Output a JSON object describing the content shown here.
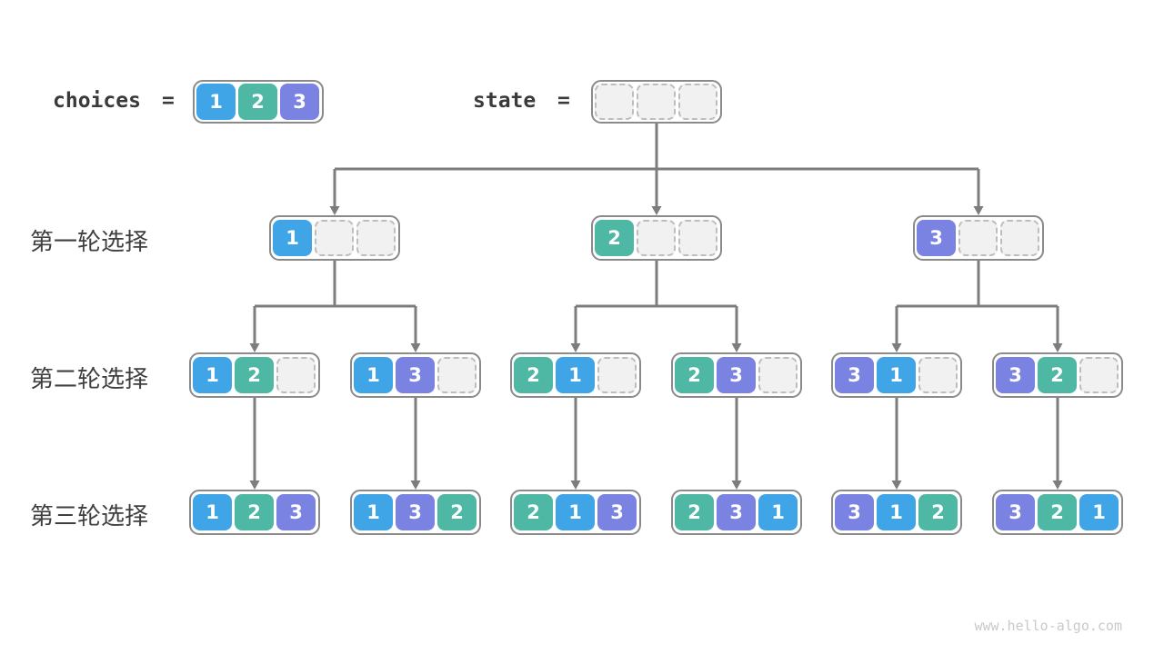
{
  "palette": {
    "1": "#3FA5E6",
    "2": "#4EB8A5",
    "3": "#7A82E2"
  },
  "connector_color": "#7d7d7d",
  "header": {
    "choices_label": "choices",
    "equals": "=",
    "state_label": "state",
    "choices_cells": [
      "1",
      "2",
      "3"
    ],
    "state_cells": [
      null,
      null,
      null
    ]
  },
  "rows": [
    {
      "label": "第一轮选择",
      "boxes": [
        [
          "1",
          null,
          null
        ],
        [
          "2",
          null,
          null
        ],
        [
          "3",
          null,
          null
        ]
      ]
    },
    {
      "label": "第二轮选择",
      "boxes": [
        [
          "1",
          "2",
          null
        ],
        [
          "1",
          "3",
          null
        ],
        [
          "2",
          "1",
          null
        ],
        [
          "2",
          "3",
          null
        ],
        [
          "3",
          "1",
          null
        ],
        [
          "3",
          "2",
          null
        ]
      ]
    },
    {
      "label": "第三轮选择",
      "boxes": [
        [
          "1",
          "2",
          "3"
        ],
        [
          "1",
          "3",
          "2"
        ],
        [
          "2",
          "1",
          "3"
        ],
        [
          "2",
          "3",
          "1"
        ],
        [
          "3",
          "1",
          "2"
        ],
        [
          "3",
          "2",
          "1"
        ]
      ]
    }
  ],
  "watermark": "www.hello-algo.com"
}
